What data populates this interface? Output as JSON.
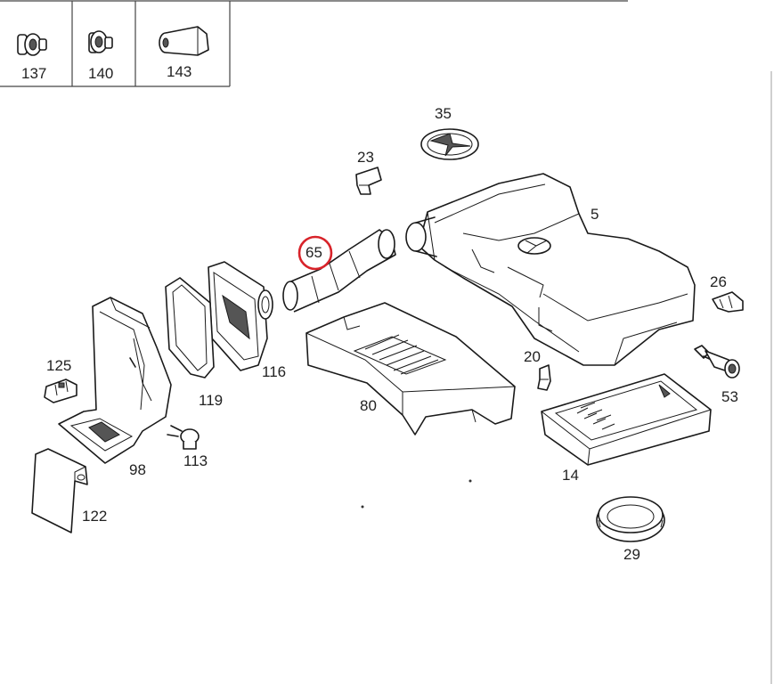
{
  "legend": {
    "items": [
      {
        "number": "137"
      },
      {
        "number": "140"
      },
      {
        "number": "143"
      }
    ]
  },
  "parts": [
    {
      "id": "p35",
      "number": "35"
    },
    {
      "id": "p23",
      "number": "23"
    },
    {
      "id": "p5",
      "number": "5"
    },
    {
      "id": "p65",
      "number": "65",
      "highlighted": true
    },
    {
      "id": "p26",
      "number": "26"
    },
    {
      "id": "p116",
      "number": "116"
    },
    {
      "id": "p119",
      "number": "119"
    },
    {
      "id": "p125",
      "number": "125"
    },
    {
      "id": "p20",
      "number": "20"
    },
    {
      "id": "p80",
      "number": "80"
    },
    {
      "id": "p53",
      "number": "53"
    },
    {
      "id": "p113",
      "number": "113"
    },
    {
      "id": "p98",
      "number": "98"
    },
    {
      "id": "p14",
      "number": "14"
    },
    {
      "id": "p122",
      "number": "122"
    },
    {
      "id": "p29",
      "number": "29"
    }
  ],
  "highlight_color": "#d8232a"
}
